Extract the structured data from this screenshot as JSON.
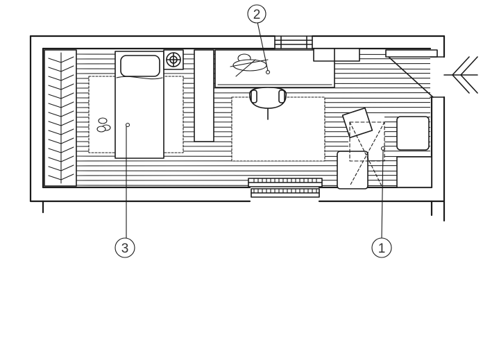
{
  "callouts": [
    {
      "id": "1",
      "label": "1"
    },
    {
      "id": "2",
      "label": "2"
    },
    {
      "id": "3",
      "label": "3"
    }
  ],
  "colors": {
    "ink": "#1a1a1a",
    "paper": "#ffffff"
  },
  "icons": [
    "arrow-entrance-icon",
    "plant-icon",
    "lamp-icon",
    "slippers-icon",
    "pillow-icon"
  ]
}
